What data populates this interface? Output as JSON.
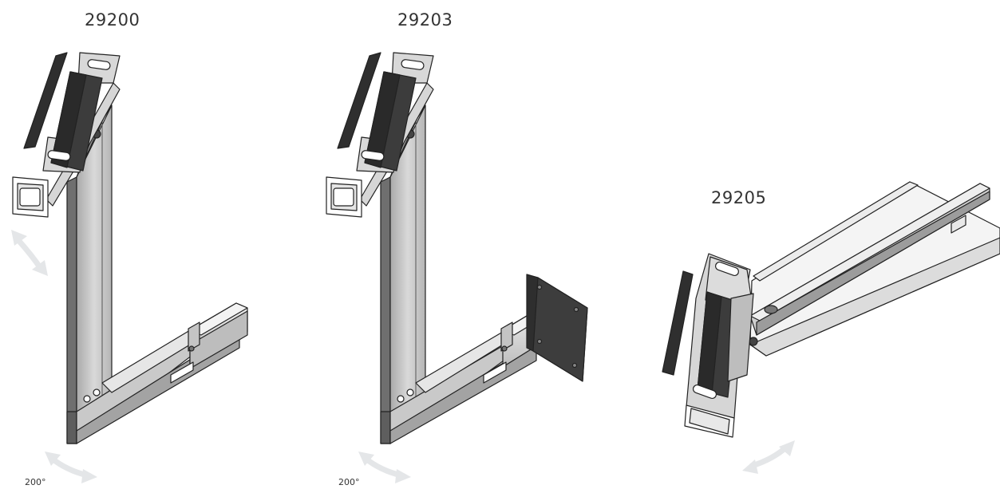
{
  "products": [
    {
      "label": "29200",
      "rotation_label": "200°"
    },
    {
      "label": "29203",
      "rotation_label": "200°"
    },
    {
      "label": "29205"
    }
  ],
  "colors": {
    "steel_light": "#d7d7d7",
    "steel_mid": "#b8b8b8",
    "steel_dark": "#8f8f8f",
    "rubber": "#3a3a3a",
    "outline": "#222222",
    "arrow": "#e4e6e8",
    "shelf": "#f2f2f2"
  },
  "icons": {
    "rotation_arrow": "curved-double-arrow-icon"
  }
}
